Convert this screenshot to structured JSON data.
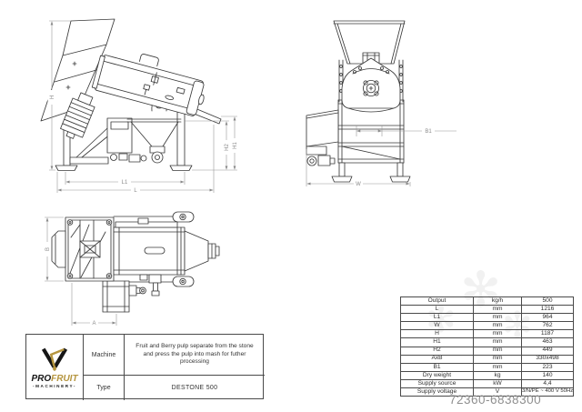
{
  "page": {
    "watermark_id": "72360-6838300"
  },
  "logo": {
    "pro": "PRO",
    "fruit": "FRUIT",
    "sub": "-MACHINERY-",
    "gold_color": "#b5953f",
    "black_color": "#161616"
  },
  "machine_table": {
    "machine_label": "Machine",
    "machine_desc": "Fruit and Berry pulp separate from the stone and press the pulp into mash for futher processing",
    "type_label": "Type",
    "type_value": "DESTONE 500"
  },
  "spec_table": {
    "rows": [
      {
        "param": "Output",
        "unit": "kg/h",
        "value": "500"
      },
      {
        "param": "L",
        "unit": "mm",
        "value": "1216"
      },
      {
        "param": "L1",
        "unit": "mm",
        "value": "964"
      },
      {
        "param": "W",
        "unit": "mm",
        "value": "762"
      },
      {
        "param": "H",
        "unit": "mm",
        "value": "1187"
      },
      {
        "param": "H1",
        "unit": "mm",
        "value": "463"
      },
      {
        "param": "H2",
        "unit": "mm",
        "value": "449"
      },
      {
        "param": "AxB",
        "unit": "mm",
        "value": "330x498"
      },
      {
        "param": "B1",
        "unit": "mm",
        "value": "223"
      },
      {
        "param": "Dry weight",
        "unit": "kg",
        "value": "140"
      },
      {
        "param": "Supply source",
        "unit": "kW",
        "value": "4,4"
      },
      {
        "param": "Supply voltage",
        "unit": "V",
        "value": "3/N/PE ~ 400 V 50Hz"
      }
    ]
  },
  "drawings": {
    "side_view": {
      "dims": {
        "h": "H",
        "h2": "H2",
        "h1": "H1",
        "l1": "L1",
        "l": "L"
      }
    },
    "front_view": {
      "dims": {
        "b1": "B1",
        "w": "W"
      }
    },
    "top_view": {
      "dims": {
        "b": "B",
        "a": "A"
      }
    }
  }
}
